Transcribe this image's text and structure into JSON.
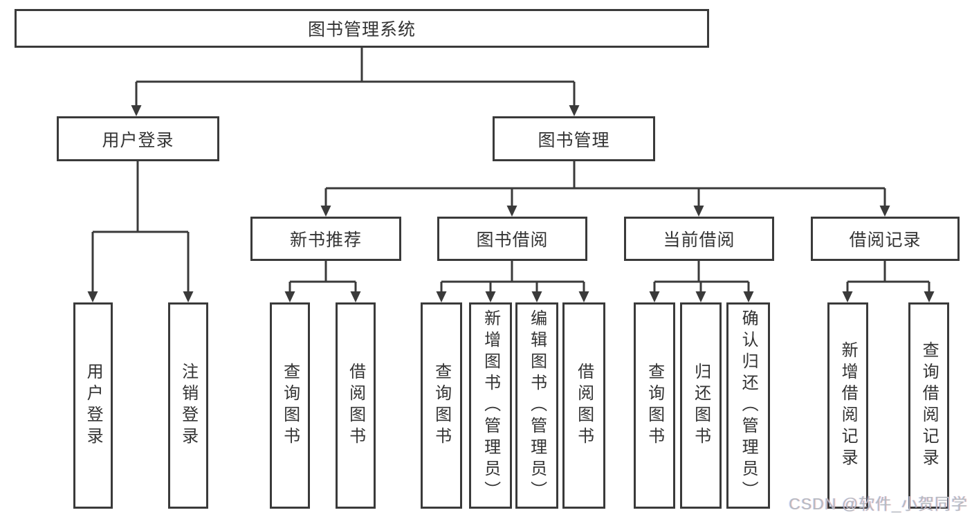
{
  "colors": {
    "line": "#3a3a3a",
    "text": "#333333",
    "background": "#ffffff",
    "watermark_color": "#b6bac0"
  },
  "diagram": {
    "root": {
      "label": "图书管理系统"
    },
    "branches": [
      {
        "label": "用户登录",
        "children": [
          {
            "label": "用户登录"
          },
          {
            "label": "注销登录"
          }
        ]
      },
      {
        "label": "图书管理",
        "children": [
          {
            "label": "新书推荐",
            "children": [
              {
                "label": "查询图书"
              },
              {
                "label": "借阅图书"
              }
            ]
          },
          {
            "label": "图书借阅",
            "children": [
              {
                "label": "查询图书"
              },
              {
                "label": "新增图书（管理员）"
              },
              {
                "label": "编辑图书（管理员）"
              },
              {
                "label": "借阅图书"
              }
            ]
          },
          {
            "label": "当前借阅",
            "children": [
              {
                "label": "查询图书"
              },
              {
                "label": "归还图书"
              },
              {
                "label": "确认归还（管理员）"
              }
            ]
          },
          {
            "label": "借阅记录",
            "children": [
              {
                "label": "新增借阅记录"
              },
              {
                "label": "查询借阅记录"
              }
            ]
          }
        ]
      }
    ]
  },
  "watermark": {
    "text": "CSDN @软件_小贺同学"
  }
}
